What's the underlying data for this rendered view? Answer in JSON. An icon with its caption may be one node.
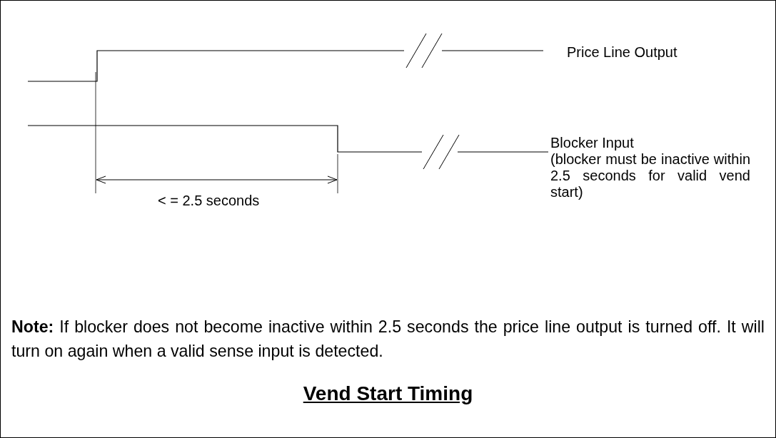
{
  "diagram": {
    "title": "Vend Start Timing",
    "labels": [
      "Price Line Output",
      "Blocker Input",
      "(blocker must be inactive within 2.5 seconds for valid vend start)",
      "< = 2.5 seconds",
      "**Note:** If blocker does not become inactive within 2.5 seconds the price line output is turned off. It will turn on again when a valid sense input is detected."
    ]
  }
}
